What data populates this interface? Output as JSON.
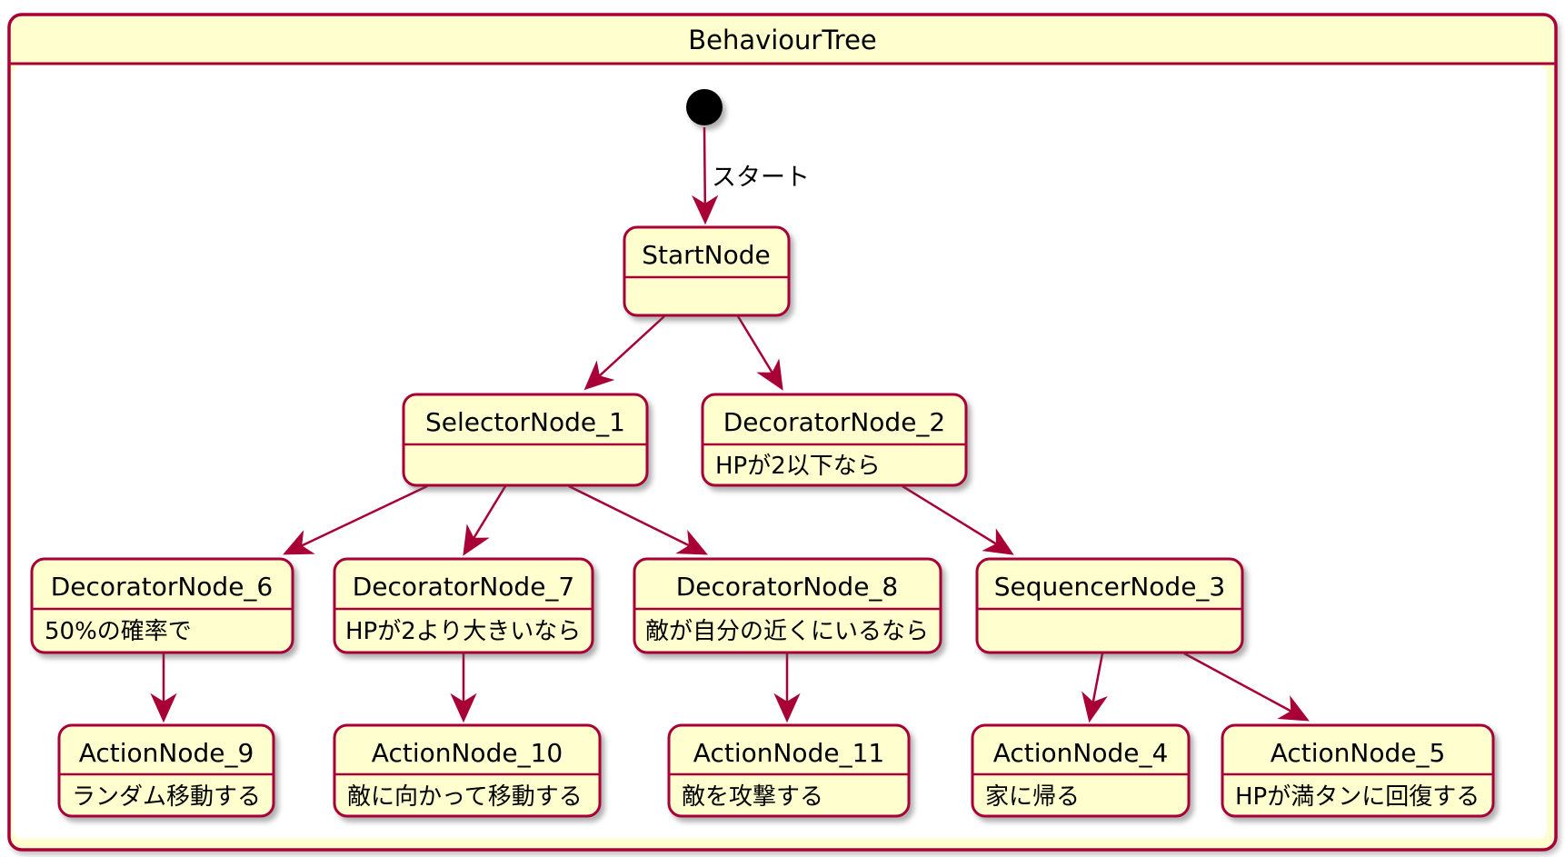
{
  "diagram": {
    "kind": "plantuml-state-behaviour-tree",
    "container_title": "BehaviourTree",
    "colors": {
      "border": "#A80036",
      "node_fill": "#FEFECE",
      "inner_background": "#FFFFFF",
      "text": "#000000",
      "initial_dot": "#000000"
    },
    "edge_labels": {
      "start": "スタート"
    },
    "nodes": {
      "start_node": {
        "title": "StartNode",
        "body": ""
      },
      "selector_node_1": {
        "title": "SelectorNode_1",
        "body": ""
      },
      "decorator_node_2": {
        "title": "DecoratorNode_2",
        "body": "HPが2以下なら"
      },
      "decorator_node_6": {
        "title": "DecoratorNode_6",
        "body": "50%の確率で"
      },
      "decorator_node_7": {
        "title": "DecoratorNode_7",
        "body": "HPが2より大きいなら"
      },
      "decorator_node_8": {
        "title": "DecoratorNode_8",
        "body": "敵が自分の近くにいるなら"
      },
      "sequencer_node_3": {
        "title": "SequencerNode_3",
        "body": ""
      },
      "action_node_9": {
        "title": "ActionNode_9",
        "body": "ランダム移動する"
      },
      "action_node_10": {
        "title": "ActionNode_10",
        "body": "敵に向かって移動する"
      },
      "action_node_11": {
        "title": "ActionNode_11",
        "body": "敵を攻撃する"
      },
      "action_node_4": {
        "title": "ActionNode_4",
        "body": "家に帰る"
      },
      "action_node_5": {
        "title": "ActionNode_5",
        "body": "HPが満タンに回復する"
      }
    },
    "edges": [
      {
        "from": "initial",
        "to": "StartNode",
        "label": "スタート"
      },
      {
        "from": "StartNode",
        "to": "SelectorNode_1",
        "label": ""
      },
      {
        "from": "StartNode",
        "to": "DecoratorNode_2",
        "label": ""
      },
      {
        "from": "SelectorNode_1",
        "to": "DecoratorNode_6",
        "label": ""
      },
      {
        "from": "SelectorNode_1",
        "to": "DecoratorNode_7",
        "label": ""
      },
      {
        "from": "SelectorNode_1",
        "to": "DecoratorNode_8",
        "label": ""
      },
      {
        "from": "DecoratorNode_2",
        "to": "SequencerNode_3",
        "label": ""
      },
      {
        "from": "DecoratorNode_6",
        "to": "ActionNode_9",
        "label": ""
      },
      {
        "from": "DecoratorNode_7",
        "to": "ActionNode_10",
        "label": ""
      },
      {
        "from": "DecoratorNode_8",
        "to": "ActionNode_11",
        "label": ""
      },
      {
        "from": "SequencerNode_3",
        "to": "ActionNode_4",
        "label": ""
      },
      {
        "from": "SequencerNode_3",
        "to": "ActionNode_5",
        "label": ""
      }
    ]
  }
}
